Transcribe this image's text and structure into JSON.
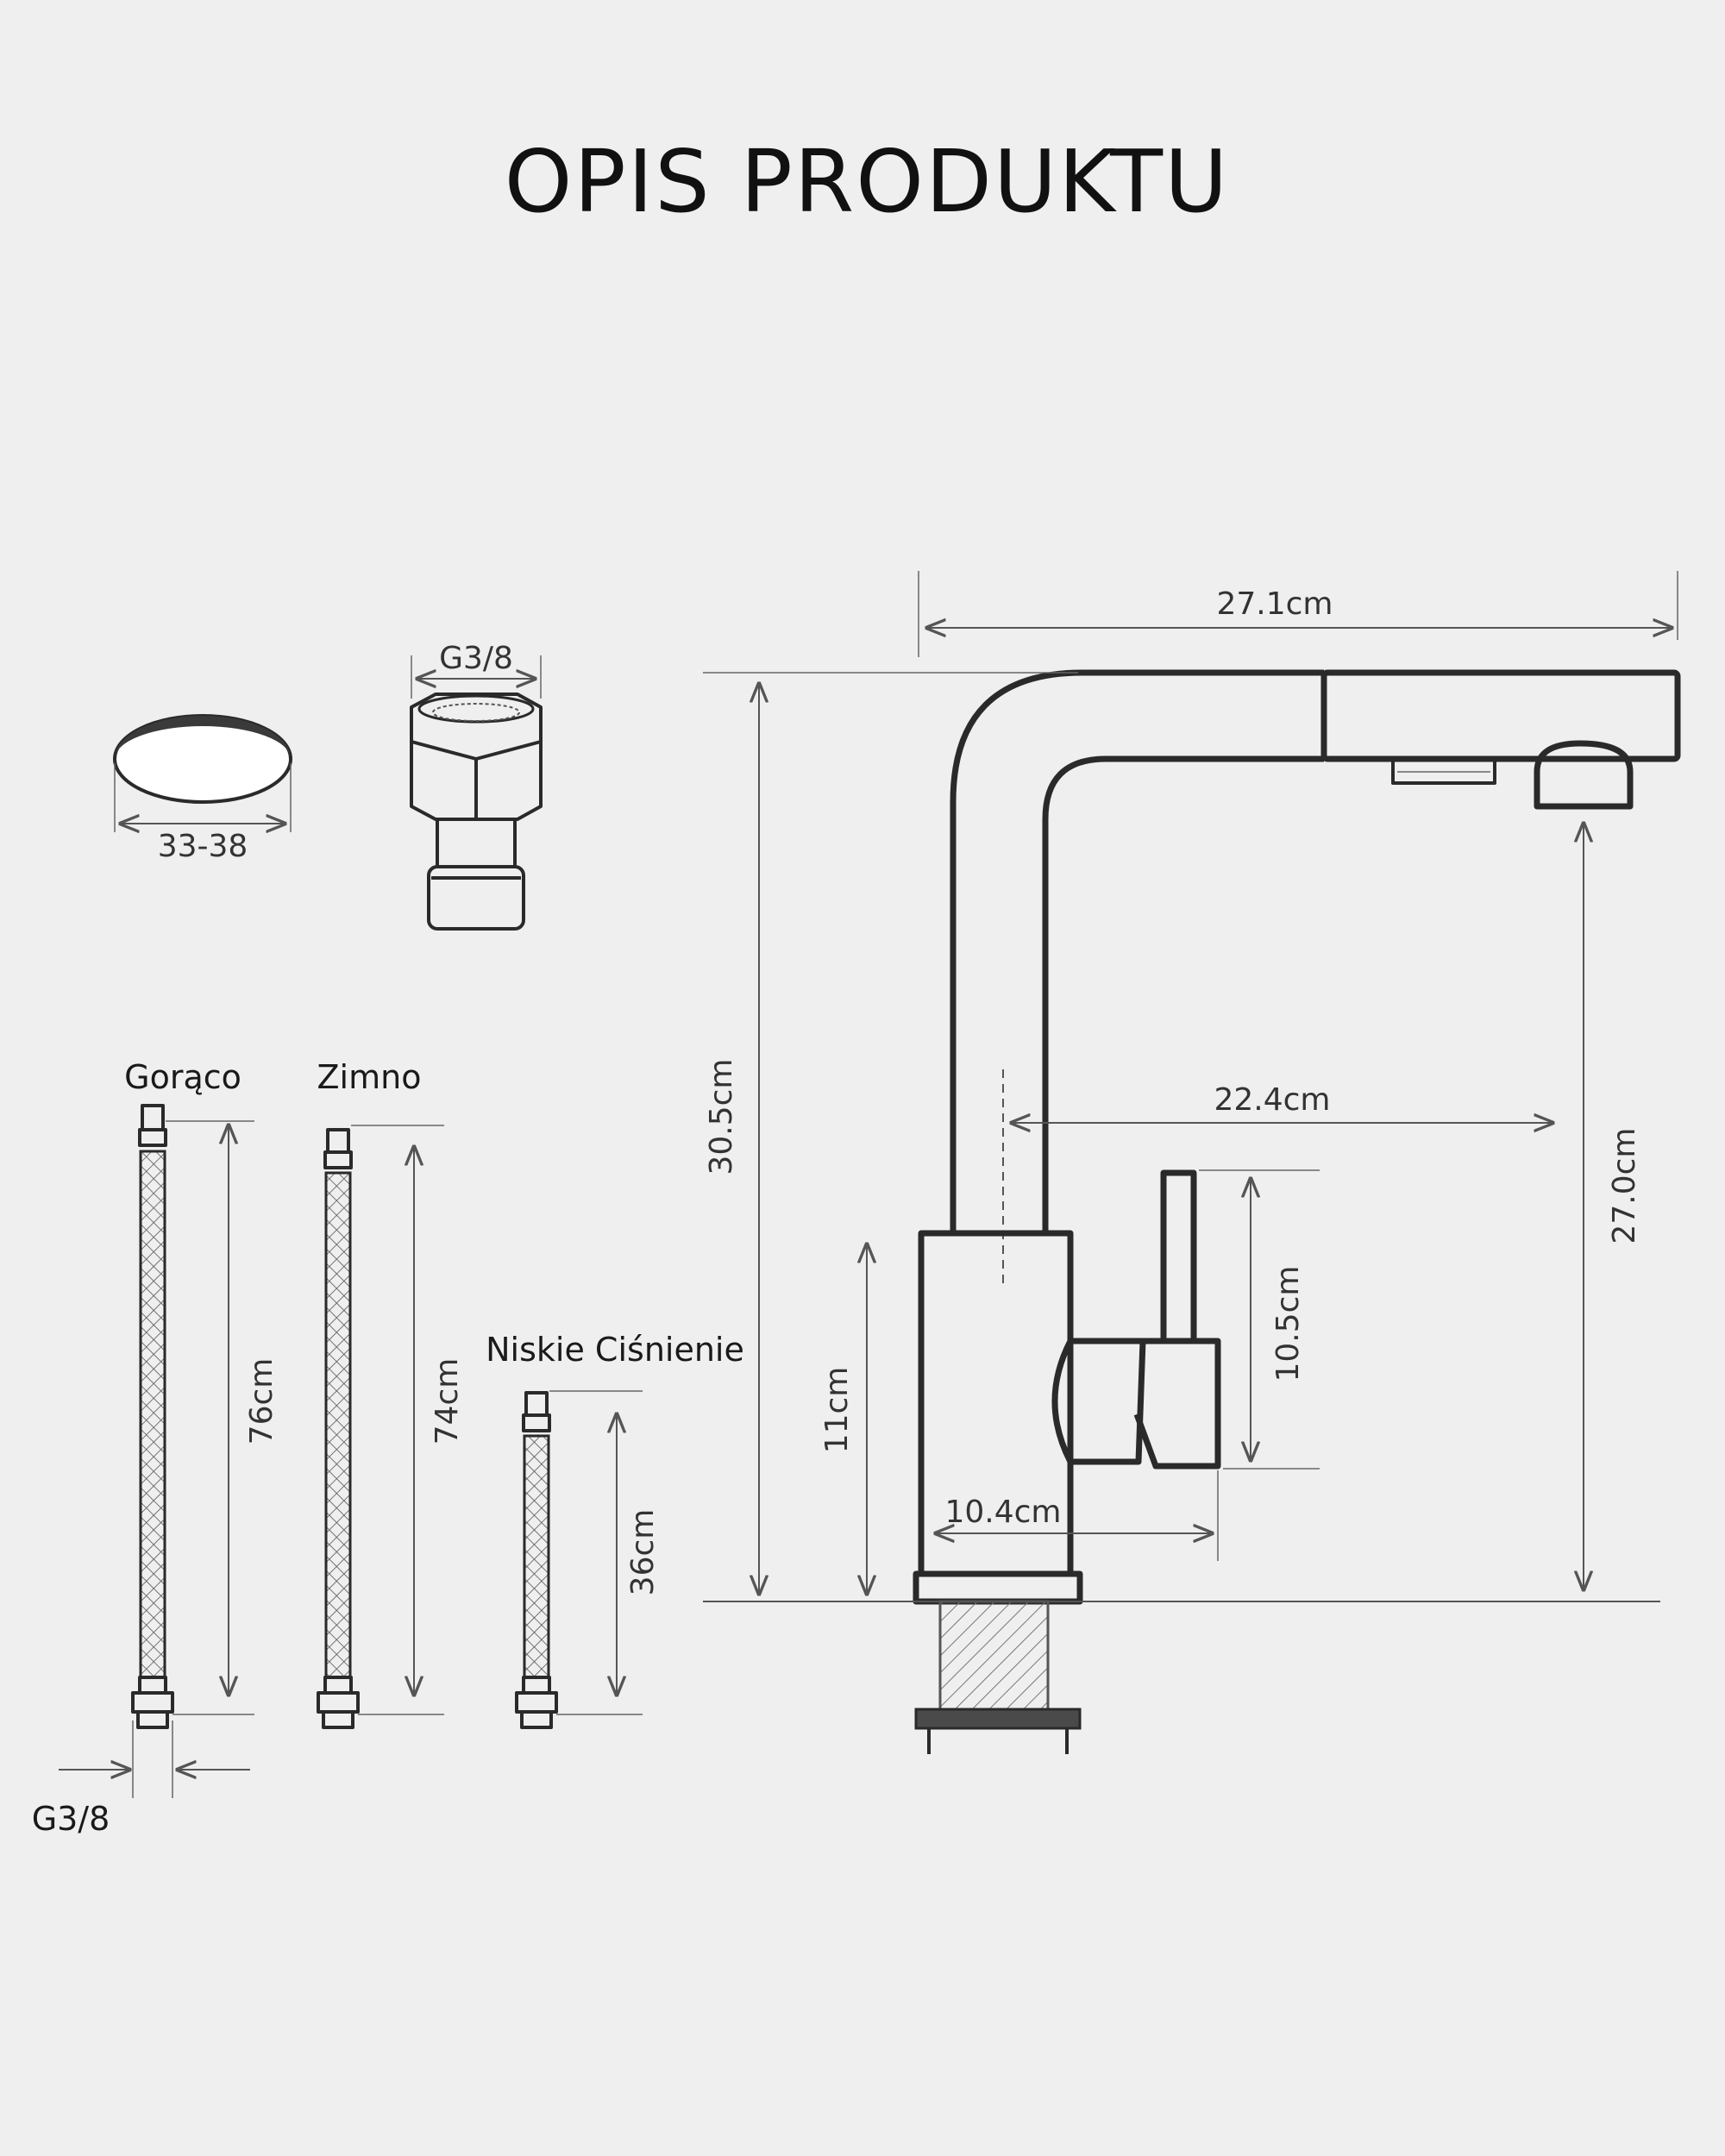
{
  "title": "OPIS PRODUKTU",
  "dimensions": {
    "width_total": "27.1cm",
    "height_total": "30.5cm",
    "spout_reach": "22.4cm",
    "spout_clearance": "27.0cm",
    "handle_height": "10.5cm",
    "base_height": "11cm",
    "base_width": "10.4cm"
  },
  "accessories": {
    "ring_range": "33-38",
    "adapter_thread": "G3/8"
  },
  "hoses": {
    "hot_label": "Gorąco",
    "cold_label": "Zimno",
    "low_pressure_label": "Niskie Ciśnienie",
    "hot_length": "76cm",
    "cold_length": "74cm",
    "low_pressure_length": "36cm",
    "thread": "G3/8"
  }
}
